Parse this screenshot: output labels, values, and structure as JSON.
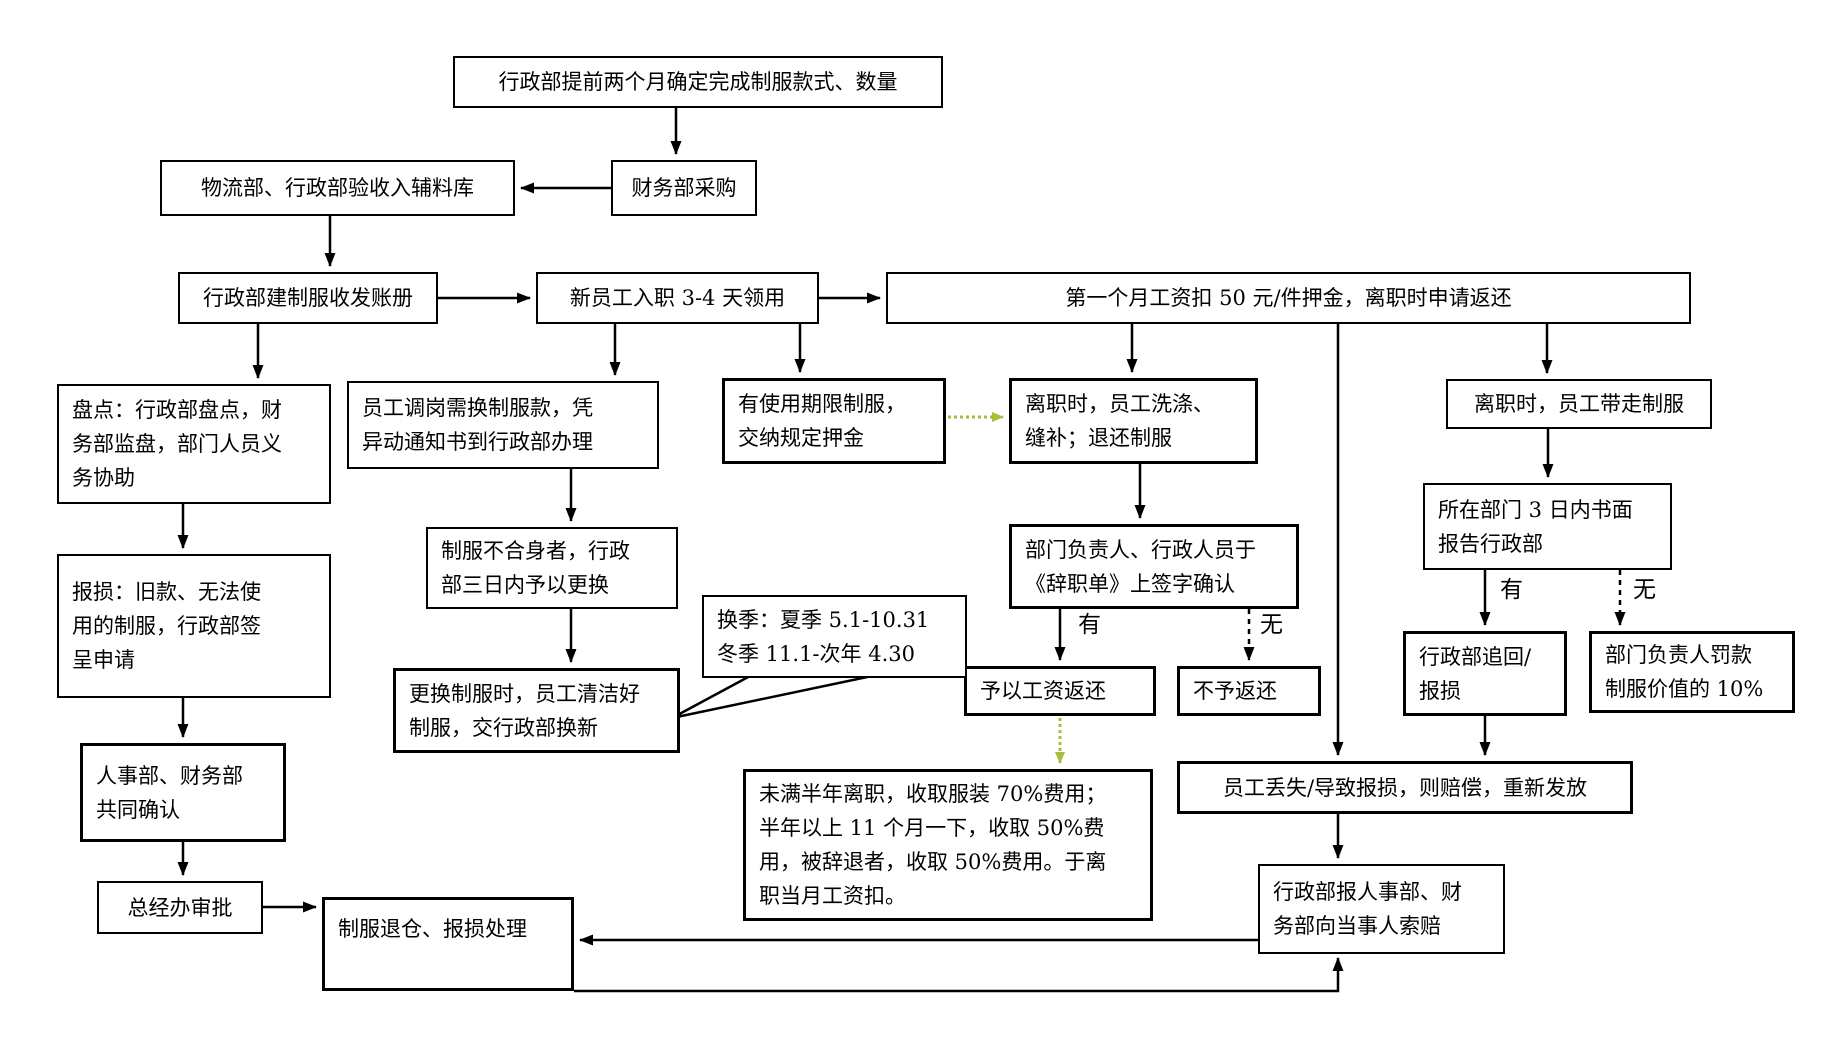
{
  "flowchart": {
    "background_color": "#ffffff",
    "line_color": "#000000",
    "accent_arrow_color": "#a4bf3a",
    "nodes": {
      "a1": {
        "label": "行政部提前两个月确定完成制服款式、数量"
      },
      "a2": {
        "label": "财务部采购"
      },
      "a3": {
        "label": "物流部、行政部验收入辅料库"
      },
      "a4": {
        "label": "行政部建制服收发账册"
      },
      "a5": {
        "label": "新员工入职 3-4 天领用"
      },
      "a6": {
        "label": "第一个月工资扣 50 元/件押金，离职时申请返还"
      },
      "l1": {
        "label": "盘点：行政部盘点，财\n务部监盘，部门人员义\n务协助"
      },
      "l2": {
        "label": "报损：旧款、无法使\n用的制服，行政部签\n呈申请"
      },
      "l3": {
        "label": "人事部、财务部\n共同确认"
      },
      "l4": {
        "label": "总经办审批"
      },
      "l5": {
        "label": "制服退仓、报损处理"
      },
      "b1": {
        "label": "员工调岗需换制服款，凭\n异动通知书到行政部办理"
      },
      "b2": {
        "label": "制服不合身者，行政\n部三日内予以更换"
      },
      "b3": {
        "label": "更换制服时，员工清洁好\n制服，交行政部换新"
      },
      "c1": {
        "label": "有使用期限制服，\n交纳规定押金"
      },
      "d1": {
        "label": "离职时，员工洗涤、\n缝补；退还制服"
      },
      "d2": {
        "label": "部门负责人、行政人员于\n《辞职单》上签字确认"
      },
      "d3a": {
        "label": "予以工资返还"
      },
      "d3b": {
        "label": "不予返还"
      },
      "e1": {
        "label": "离职时，员工带走制服"
      },
      "e2": {
        "label": "所在部门 3 日内书面\n报告行政部"
      },
      "e3a": {
        "label": "行政部追回/\n报损"
      },
      "e3b": {
        "label": "部门负责人罚款\n制服价值的 10%"
      },
      "f1": {
        "label": "员工丢失/导致报损，则赔偿，重新发放"
      },
      "g1": {
        "label": "行政部报人事部、财\n务部向当事人索赔"
      },
      "big": {
        "label": "未满半年离职，收取服装 70%费用；\n半年以上 11 个月一下，收取 50%费\n用，被辞退者，收取 50%费用。于离\n职当月工资扣。"
      },
      "callout": {
        "label": "换季：夏季 5.1-10.31\n冬季 11.1-次年 4.30"
      }
    },
    "branch_labels": {
      "d2_yes": "有",
      "d2_no": "无",
      "e2_yes": "有",
      "e2_no": "无"
    }
  }
}
